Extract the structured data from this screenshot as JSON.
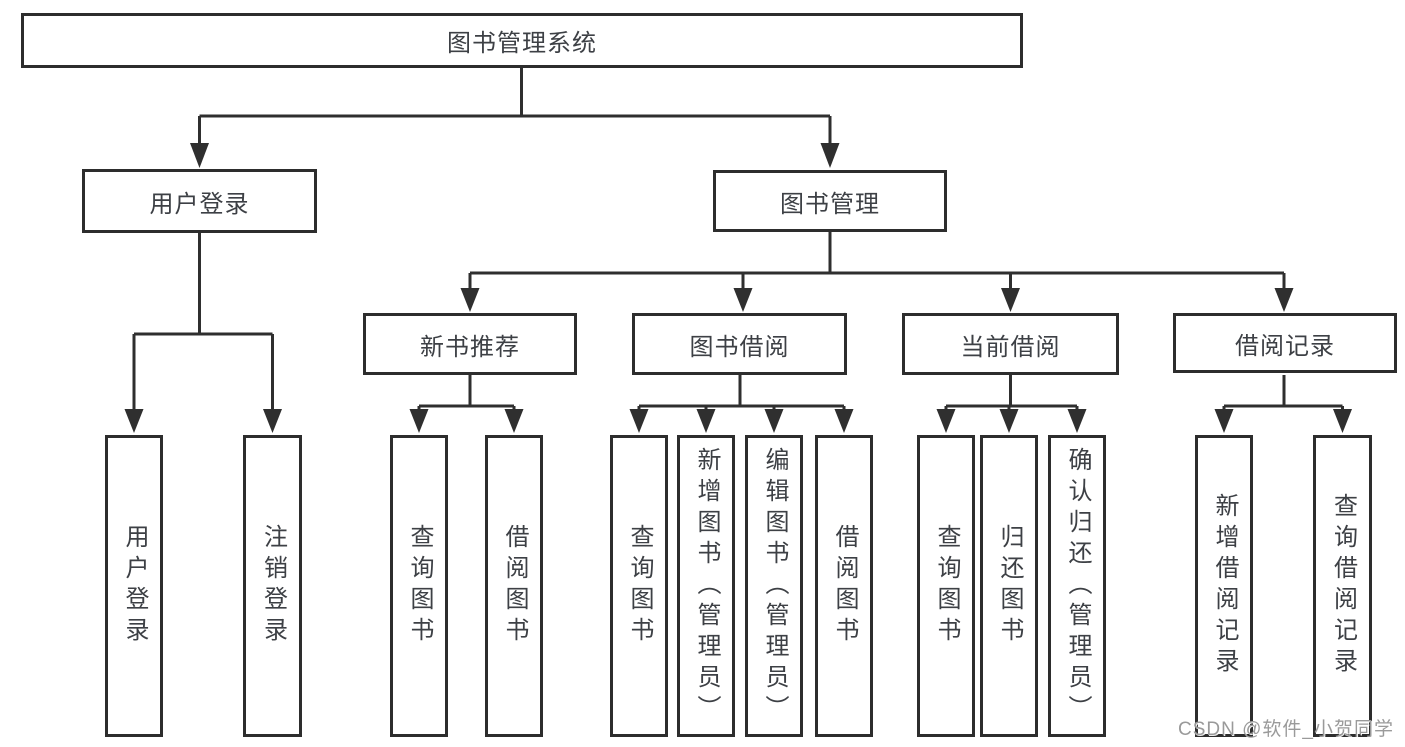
{
  "diagram": {
    "type": "tree",
    "title": "图书管理系统",
    "tree": {
      "label": "图书管理系统",
      "children": [
        {
          "label": "用户登录",
          "children": [
            {
              "label": "用户登录"
            },
            {
              "label": "注销登录"
            }
          ]
        },
        {
          "label": "图书管理",
          "children": [
            {
              "label": "新书推荐",
              "children": [
                {
                  "label": "查询图书"
                },
                {
                  "label": "借阅图书"
                }
              ]
            },
            {
              "label": "图书借阅",
              "children": [
                {
                  "label": "查询图书"
                },
                {
                  "label": "新增图书（管理员）"
                },
                {
                  "label": "编辑图书（管理员）"
                },
                {
                  "label": "借阅图书"
                }
              ]
            },
            {
              "label": "当前借阅",
              "children": [
                {
                  "label": "查询图书"
                },
                {
                  "label": "归还图书"
                },
                {
                  "label": "确认归还（管理员）"
                }
              ]
            },
            {
              "label": "借阅记录",
              "children": [
                {
                  "label": "新增借阅记录"
                },
                {
                  "label": "查询借阅记录"
                }
              ]
            }
          ]
        }
      ]
    },
    "watermark": "CSDN @软件_小贺同学",
    "colors": {
      "line": "#2f2f2f",
      "border": "#2d2d2d",
      "text": "#3d4045",
      "box_background": "#ffffff",
      "watermark": "#9a9a9a"
    }
  }
}
